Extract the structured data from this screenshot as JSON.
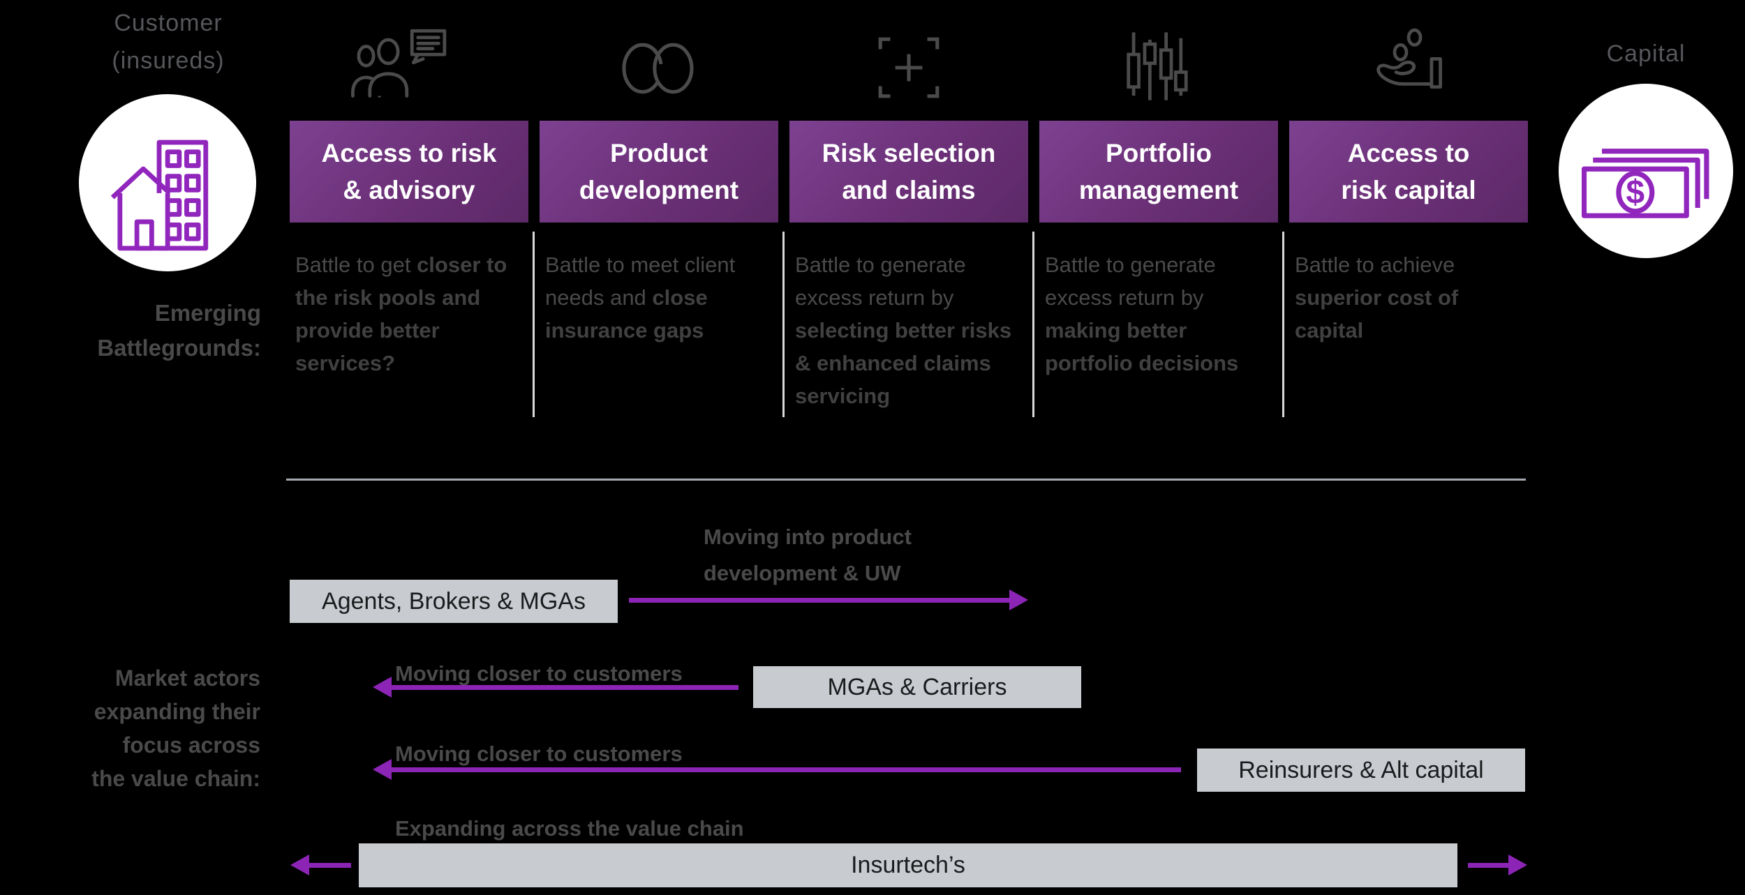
{
  "colors": {
    "background": "#000000",
    "purple_box_gradient_start": "#7d4191",
    "purple_box_gradient_end": "#5c2967",
    "arrow_purple": "#8c25b6",
    "icon_purple": "#9126bd",
    "top_label_gray": "#56575b",
    "body_text_gray": "#4a4a4a",
    "actor_box_gray": "#c8ccd0",
    "actor_box_text": "#1a1b1d",
    "column_divider": "#d8d8d8",
    "horizontal_rule": "#a5a9b2"
  },
  "endpoints": {
    "left": {
      "label_lines": [
        "Customer",
        "(insureds)"
      ],
      "icon": "building-house-icon"
    },
    "right": {
      "label": "Capital",
      "icon": "money-bills-icon"
    }
  },
  "chain": {
    "columns": [
      {
        "icon": "people-chat-icon",
        "title_lines": [
          "Access to risk",
          "& advisory"
        ],
        "battleground": {
          "regular": "Battle to get ",
          "bold": "closer to the risk pools and provide better services?"
        }
      },
      {
        "icon": "interlocking-rings-icon",
        "title_lines": [
          "Product",
          "development"
        ],
        "battleground": {
          "regular": "Battle to meet client needs and ",
          "bold": "close insurance gaps"
        }
      },
      {
        "icon": "focus-target-icon",
        "title_lines": [
          "Risk selection",
          "and claims"
        ],
        "battleground": {
          "regular": "Battle to generate excess return by ",
          "bold": "selecting better risks & enhanced claims servicing"
        }
      },
      {
        "icon": "candlestick-chart-icon",
        "title_lines": [
          "Portfolio",
          "management"
        ],
        "battleground": {
          "regular": "Battle to generate excess return by ",
          "bold": "making better portfolio decisions"
        }
      },
      {
        "icon": "hand-coins-icon",
        "title_lines": [
          "Access to",
          "risk capital"
        ],
        "battleground": {
          "regular": "Battle to achieve ",
          "bold": "superior cost of capital"
        }
      }
    ]
  },
  "battlegrounds_label": {
    "line1": "Emerging",
    "line2": "Battlegrounds:"
  },
  "market_actors": {
    "label_lines": [
      "Market actors",
      "expanding their",
      "focus across",
      "the value chain:"
    ],
    "rows": [
      {
        "actor": "Agents, Brokers & MGAs",
        "movement_lines": [
          "Moving into product",
          "development & UW"
        ],
        "direction": "right"
      },
      {
        "actor": "MGAs & Carriers",
        "movement_lines": [
          "Moving closer to customers"
        ],
        "direction": "left"
      },
      {
        "actor": "Reinsurers & Alt capital",
        "movement_lines": [
          "Moving closer to customers"
        ],
        "direction": "left"
      },
      {
        "actor": "Insurtech’s",
        "movement_lines": [
          "Expanding across the value chain"
        ],
        "direction": "both"
      }
    ]
  }
}
